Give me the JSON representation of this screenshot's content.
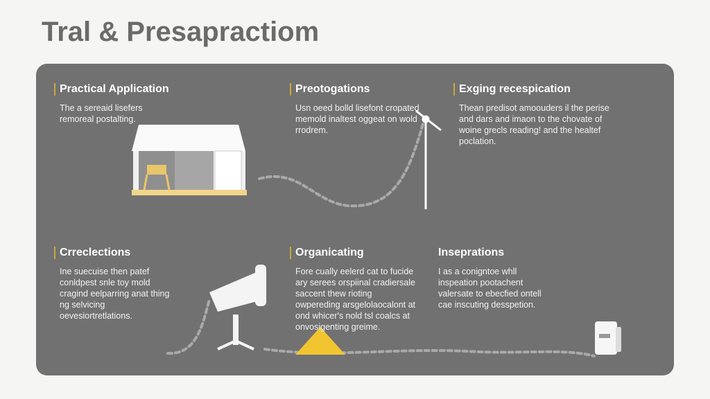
{
  "header": {
    "title": "Tral & Presapractiom"
  },
  "sections": [
    {
      "title": "Practical Application",
      "body": "The a sereaid lisefers remoreal postalting."
    },
    {
      "title": "Preotogations",
      "body": "Usn oeed bolld lisefont cropated memold inaltest oggeat on wold rrodrem."
    },
    {
      "title": "Exging recespication",
      "body": "Thean predisot amoouders il the perise and dars and imaon to the chovate of woine grecls reading! and the healtef poclation."
    },
    {
      "title": "Crreclections",
      "body": "Ine suecuise then patef conldpest snle toy mold cragind eelparring anat thing ng selvicing oevesiortretlations."
    },
    {
      "title": "Organicating",
      "body": "Fore cually eelerd cat to fucide ary serees orspiinal cradiersale saccent thew rioting owpereding arsgelolaocalont at ond whicer's nold tsl coalcs at onvosigenting greime."
    },
    {
      "title": "Inseprations",
      "body": "I as a conigntoe whll inspeation pootachent valersate to ebecfied ontell cae inscuting desspetion."
    }
  ],
  "colors": {
    "panel": "#717171",
    "accent": "#f2c530",
    "title": "#6b6b6b"
  },
  "icons": [
    "house-icon",
    "wind-turbine-icon",
    "telescope-icon",
    "warning-triangle-icon",
    "device-icon"
  ]
}
